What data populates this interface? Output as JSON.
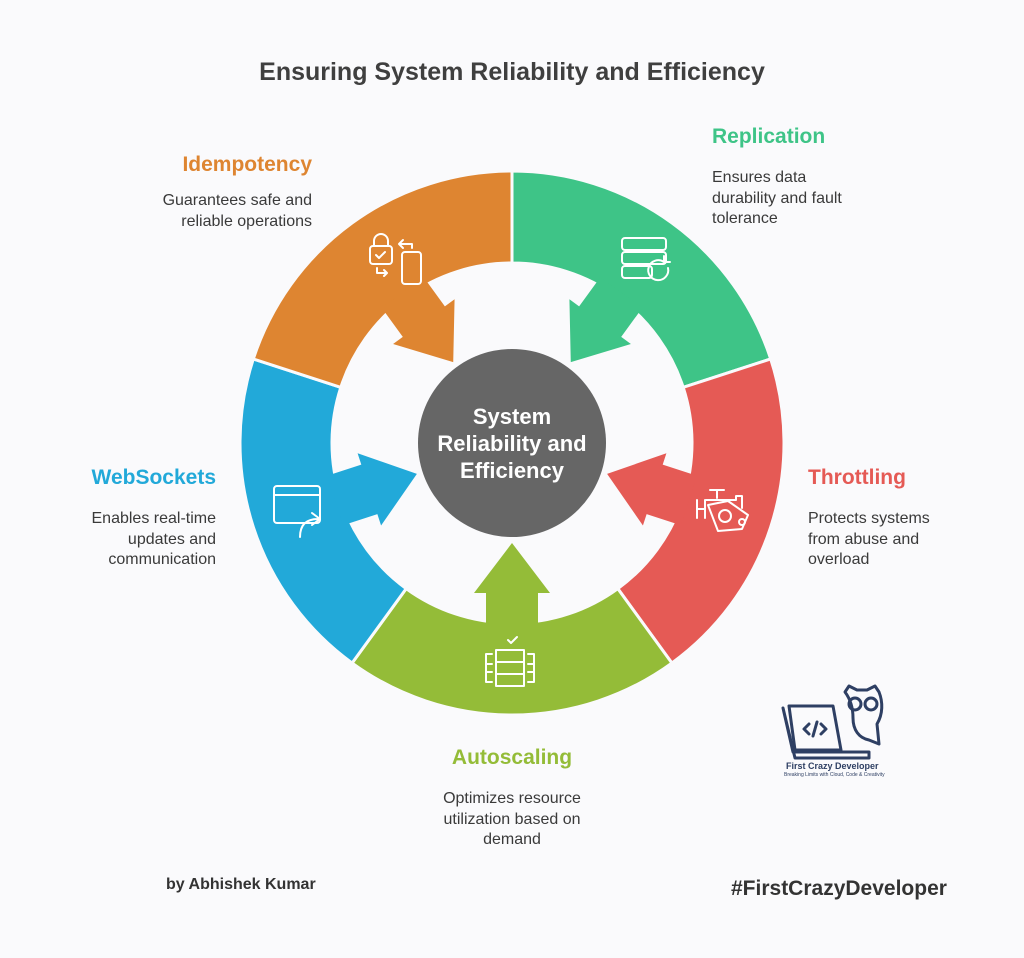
{
  "title": "Ensuring System Reliability and Efficiency",
  "center": {
    "lines": [
      "System",
      "Reliability and",
      "Efficiency"
    ],
    "color": "#666666"
  },
  "segments": [
    {
      "id": "replication",
      "label": "Replication",
      "description": "Ensures data durability and fault tolerance",
      "desc_lines": [
        "Ensures data",
        "durability and fault",
        "tolerance"
      ],
      "color": "#3ec487",
      "icon": "server-refresh-icon"
    },
    {
      "id": "throttling",
      "label": "Throttling",
      "description": "Protects systems from abuse and overload",
      "desc_lines": [
        "Protects systems",
        "from abuse and",
        "overload"
      ],
      "color": "#e55a55",
      "icon": "engine-valve-icon"
    },
    {
      "id": "autoscaling",
      "label": "Autoscaling",
      "description": "Optimizes resource utilization based on demand",
      "desc_lines": [
        "Optimizes resource",
        "utilization based on",
        "demand"
      ],
      "color": "#94bc38",
      "icon": "scaling-rack-icon"
    },
    {
      "id": "websockets",
      "label": "WebSockets",
      "description": "Enables real-time updates and communication",
      "desc_lines": [
        "Enables real-time",
        "updates and",
        "communication"
      ],
      "color": "#22a9d9",
      "icon": "browser-redirect-icon"
    },
    {
      "id": "idempotency",
      "label": "Idempotency",
      "description": "Guarantees safe and reliable operations",
      "desc_lines": [
        "Guarantees safe and",
        "reliable operations"
      ],
      "color": "#de8531",
      "icon": "lock-device-icon"
    }
  ],
  "footer": {
    "author": "by Abhishek Kumar",
    "hashtag": "#FirstCrazyDeveloper"
  },
  "logo": {
    "name": "First Crazy Developer",
    "tagline": "Breaking Limits with Cloud, Code & Creativity"
  }
}
